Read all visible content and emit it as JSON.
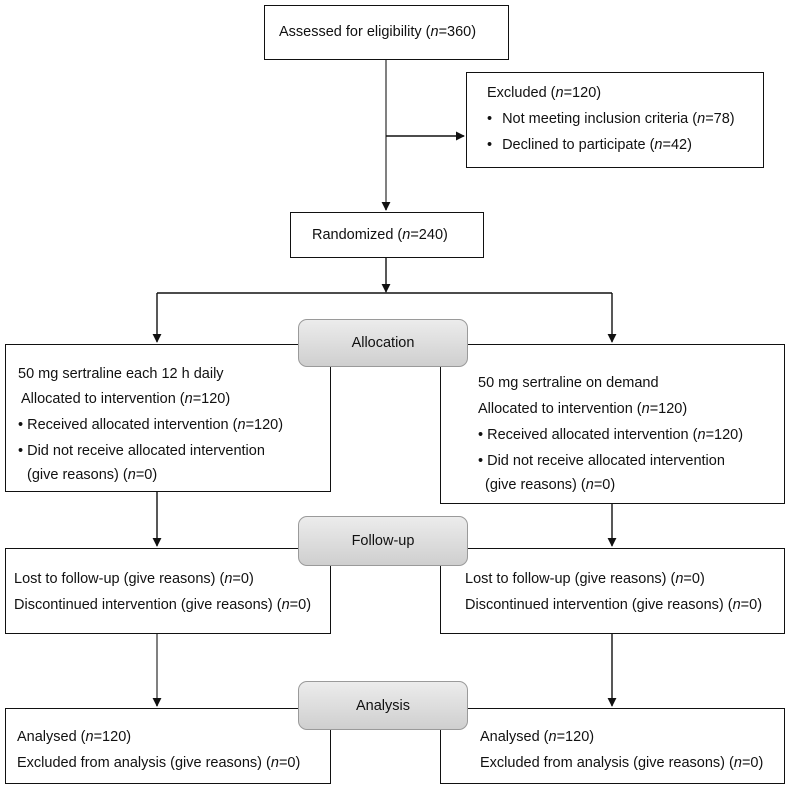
{
  "assessed": {
    "label": "Assessed for eligibility (",
    "n_symbol": "n",
    "value": "=360)"
  },
  "excluded": {
    "title": {
      "label": "Excluded (",
      "n_symbol": "n",
      "value": "=120)"
    },
    "bullet": "•",
    "items": [
      {
        "label": "Not meeting inclusion criteria (",
        "n_symbol": "n",
        "value": "=78)"
      },
      {
        "label": "Declined to participate (",
        "n_symbol": "n",
        "value": "=42)"
      }
    ]
  },
  "randomized": {
    "label": "Randomized (",
    "n_symbol": "n",
    "value": "=240)"
  },
  "stages": {
    "allocation": "Allocation",
    "followup": "Follow-up",
    "analysis": "Analysis"
  },
  "left": {
    "allocation": {
      "title": "50 mg sertraline each 12 h daily",
      "allocated": {
        "label": "Allocated to intervention (",
        "n_symbol": "n",
        "value": "=120)"
      },
      "received": {
        "label": "• Received allocated intervention (",
        "n_symbol": "n",
        "value": "=120)"
      },
      "not_received": "• Did not receive allocated intervention",
      "reasons": {
        "label": "(give reasons) (",
        "n_symbol": "n",
        "value": "=0)"
      }
    },
    "followup": {
      "lost": {
        "label": "Lost to follow-up (give reasons) (",
        "n_symbol": "n",
        "value": "=0)"
      },
      "discontinued": {
        "label": "Discontinued intervention (give reasons) (",
        "n_symbol": "n",
        "value": "=0)"
      }
    },
    "analysis": {
      "analysed": {
        "label": "Analysed (",
        "n_symbol": "n",
        "value": "=120)"
      },
      "excluded": {
        "label": "Excluded from analysis (give reasons) (",
        "n_symbol": "n",
        "value": "=0)"
      }
    }
  },
  "right": {
    "allocation": {
      "title": "50 mg sertraline on demand",
      "allocated": {
        "label": "Allocated to intervention (",
        "n_symbol": "n",
        "value": "=120)"
      },
      "received": {
        "label": "• Received allocated intervention (",
        "n_symbol": "n",
        "value": "=120)"
      },
      "not_received": "• Did not receive allocated intervention",
      "reasons": {
        "label": "(give reasons) (",
        "n_symbol": "n",
        "value": "=0)"
      }
    },
    "followup": {
      "lost": {
        "label": "Lost to follow-up (give reasons) (",
        "n_symbol": "n",
        "value": "=0)"
      },
      "discontinued": {
        "label": "Discontinued intervention (give reasons) (",
        "n_symbol": "n",
        "value": "=0)"
      }
    },
    "analysis": {
      "analysed": {
        "label": "Analysed (",
        "n_symbol": "n",
        "value": "=120)"
      },
      "excluded": {
        "label": "Excluded from analysis (give reasons) (",
        "n_symbol": "n",
        "value": "=0)"
      }
    }
  }
}
